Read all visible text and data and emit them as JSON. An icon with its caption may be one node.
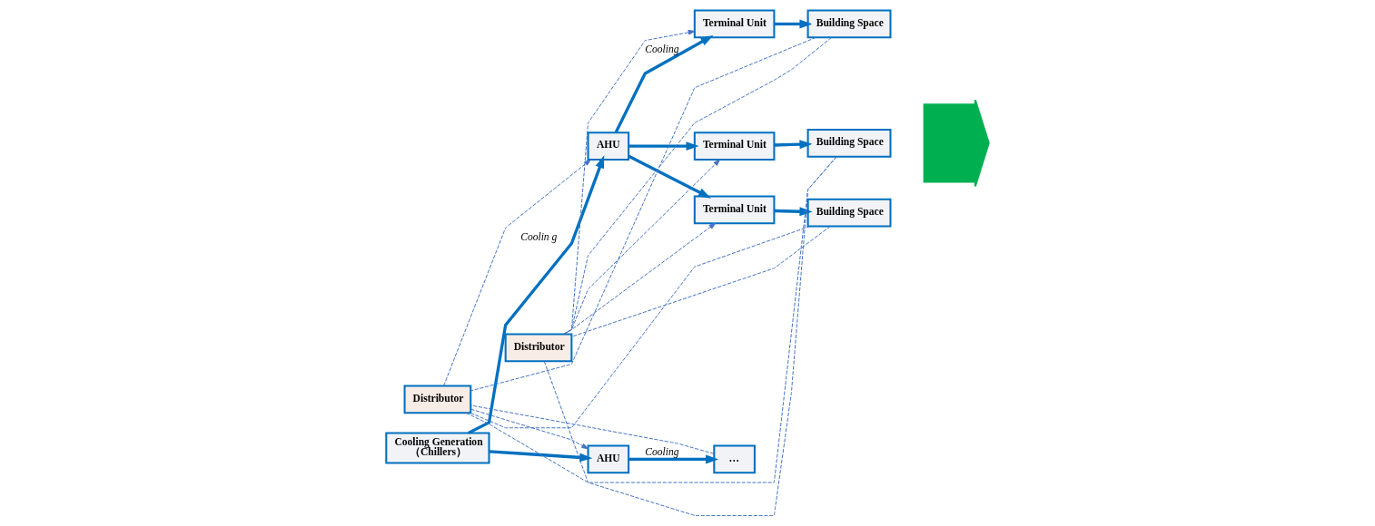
{
  "diagram": {
    "nodes": [
      {
        "text": [
          "Cooling Generation",
          "（Chillers）"
        ]
      },
      {
        "text": [
          "Distributor"
        ]
      },
      {
        "text": [
          "AHU"
        ]
      },
      {
        "text": [
          "Distributor"
        ]
      },
      {
        "text": [
          "Terminal Unit"
        ]
      },
      {
        "text": [
          "Building Space"
        ]
      },
      {
        "text": [
          "Terminal Unit"
        ]
      },
      {
        "text": [
          "Building Space"
        ]
      },
      {
        "text": [
          "Terminal Unit"
        ]
      },
      {
        "text": [
          "Building Space"
        ]
      },
      {
        "text": [
          "AHU"
        ]
      },
      {
        "text": [
          "…"
        ]
      },
      {
        "text": [],
        "shape": "arrow"
      }
    ],
    "edges": [
      {
        "from": 0,
        "to": 2,
        "arrow": "to",
        "label": "Coolin g",
        "style": "thick"
      },
      {
        "from": 0,
        "to": 10,
        "arrow": "to",
        "style": "thick"
      },
      {
        "from": 2,
        "to": 4,
        "arrow": "to",
        "label": "Cooling",
        "style": "thick"
      },
      {
        "from": 2,
        "to": 6,
        "arrow": "to",
        "style": "thick"
      },
      {
        "from": 2,
        "to": 8,
        "arrow": "to",
        "style": "thick"
      },
      {
        "from": 4,
        "to": 5,
        "arrow": "to",
        "style": "thick"
      },
      {
        "from": 6,
        "to": 7,
        "arrow": "to",
        "style": "thick"
      },
      {
        "from": 8,
        "to": 9,
        "arrow": "to",
        "style": "thick"
      },
      {
        "from": 10,
        "to": 11,
        "arrow": "to",
        "label": "Cooling",
        "style": "thick"
      },
      {
        "from": 1,
        "to": 2,
        "arrow": "to",
        "style": "dashed",
        "color": "#4472c4"
      },
      {
        "from": 1,
        "to": 10,
        "arrow": "to",
        "style": "dashed",
        "color": "#4472c4"
      },
      {
        "from": 3,
        "to": 4,
        "arrow": "to",
        "style": "dashed",
        "color": "#4472c4"
      },
      {
        "from": 3,
        "to": 6,
        "arrow": "to",
        "style": "dashed",
        "color": "#4472c4"
      },
      {
        "from": 3,
        "to": 8,
        "arrow": "to",
        "style": "dashed",
        "color": "#4472c4"
      },
      {
        "from": 5,
        "to": 3,
        "arrow": "none",
        "style": "dashed",
        "color": "#4472c4"
      },
      {
        "from": 7,
        "to": 3,
        "arrow": "none",
        "style": "dashed",
        "color": "#4472c4"
      },
      {
        "from": 9,
        "to": 3,
        "arrow": "none",
        "style": "dashed",
        "color": "#4472c4"
      },
      {
        "from": 5,
        "to": 1,
        "arrow": "none",
        "style": "dashed",
        "color": "#4472c4"
      },
      {
        "from": 7,
        "to": 1,
        "arrow": "none",
        "style": "dashed",
        "color": "#4472c4"
      },
      {
        "from": 9,
        "to": 1,
        "arrow": "none",
        "style": "dashed",
        "color": "#4472c4"
      },
      {
        "from": 11,
        "to": 1,
        "arrow": "none",
        "style": "dashed",
        "color": "#4472c4"
      }
    ]
  }
}
